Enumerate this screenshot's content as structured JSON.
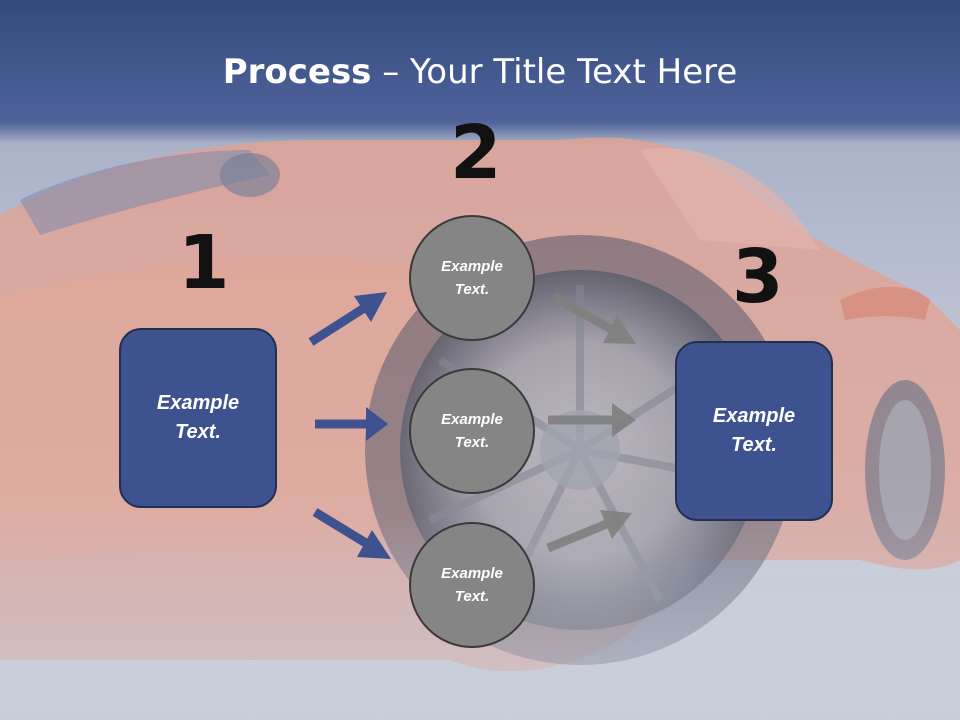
{
  "slide": {
    "title_bold": "Process",
    "title_rest": " – Your Title Text Here"
  },
  "steps": [
    {
      "number": "1",
      "text_line1": "Example",
      "text_line2": "Text."
    },
    {
      "number": "2"
    },
    {
      "number": "3",
      "text_line1": "Example",
      "text_line2": "Text."
    }
  ],
  "circles": [
    {
      "text_line1": "Example",
      "text_line2": "Text."
    },
    {
      "text_line1": "Example",
      "text_line2": "Text."
    },
    {
      "text_line1": "Example",
      "text_line2": "Text."
    }
  ],
  "colors": {
    "box_fill": "#3e5290",
    "circle_fill": "#858585",
    "blue_arrow": "#3e5290",
    "gray_arrow": "#808080",
    "header_band": "#3d5593",
    "car_body": "#e0533a"
  }
}
